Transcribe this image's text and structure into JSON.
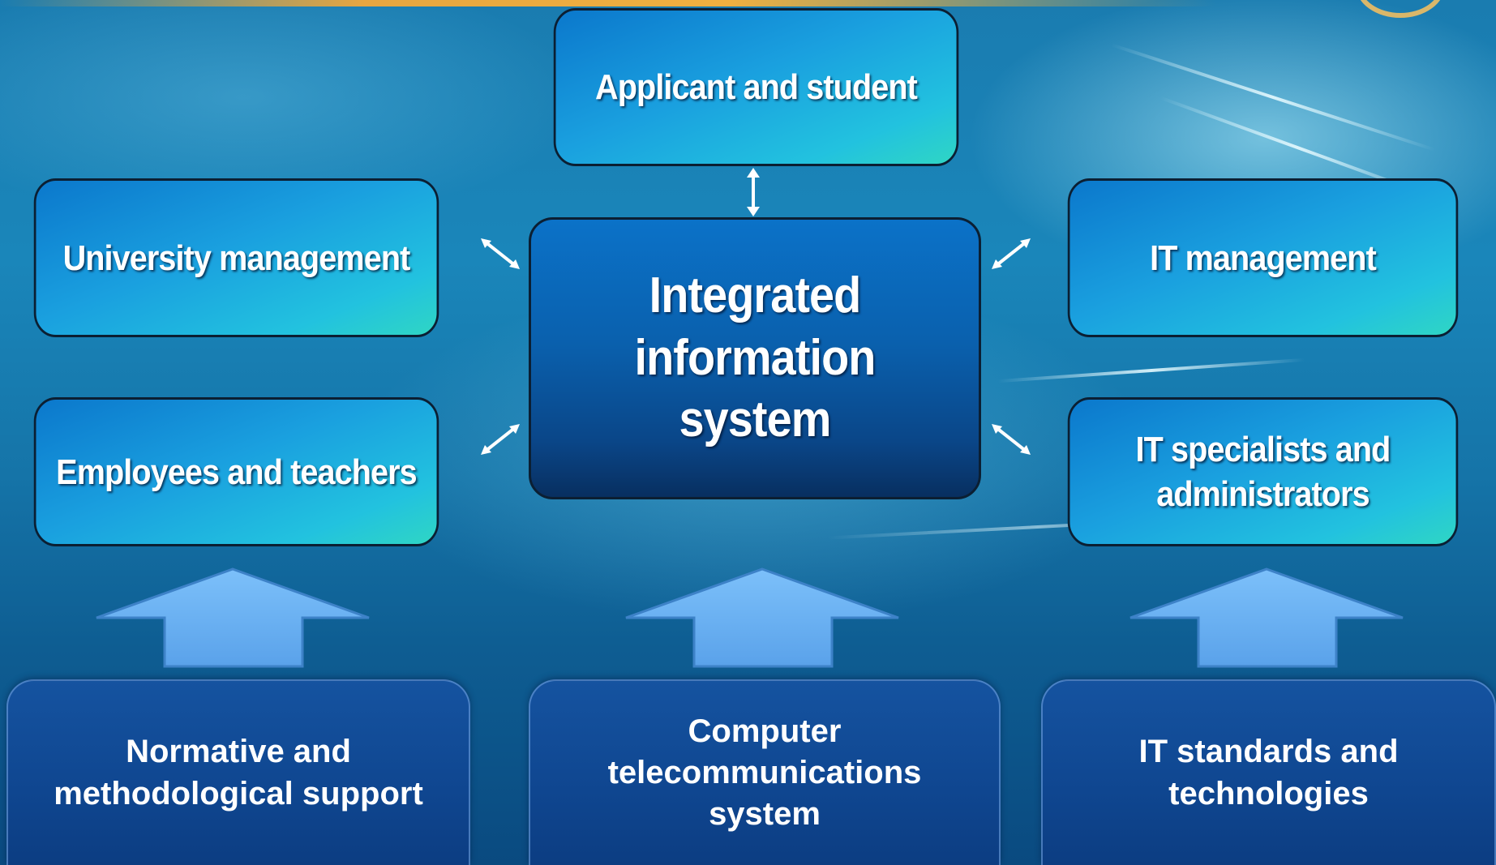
{
  "center": {
    "label": "Integrated information system"
  },
  "nodes": {
    "applicant": "Applicant and student",
    "university_management": "University management",
    "employees": "Employees and teachers",
    "it_management": "IT management",
    "it_specialists": "IT specialists and administrators"
  },
  "foundations": {
    "normative": "Normative and methodological support",
    "computer": "Computer telecommunications system",
    "standards": "IT standards and technologies"
  },
  "colors": {
    "light_box": "#1aa0df",
    "center_box": "#0a60ad",
    "foundation_box": "#0f4690",
    "up_arrow": "#6fb6f5"
  }
}
